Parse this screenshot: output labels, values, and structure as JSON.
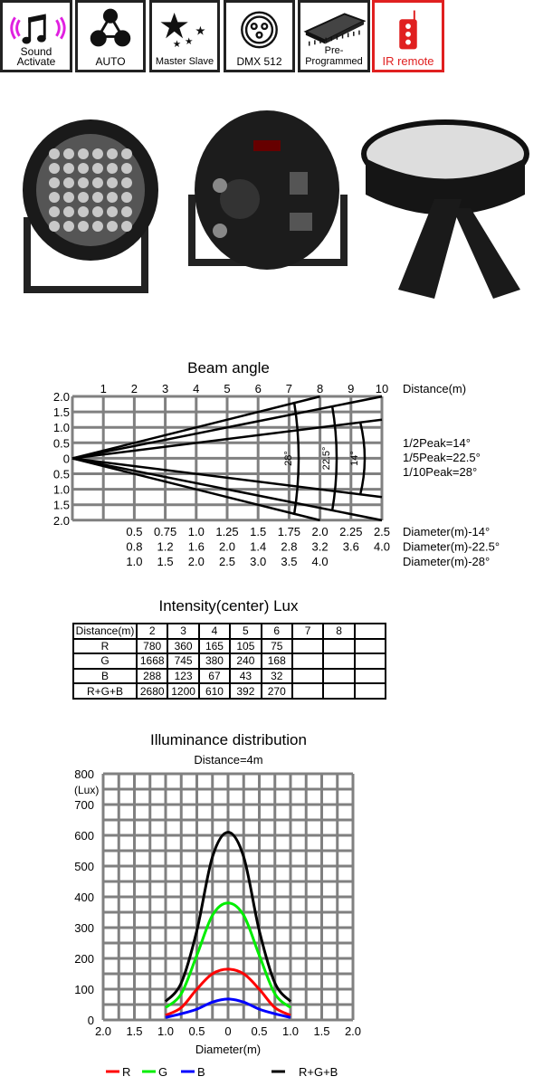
{
  "feature_icons": [
    {
      "name": "sound-activate",
      "label": "Sound\nActivate",
      "icon": "music-note-sound-waves-icon"
    },
    {
      "name": "auto",
      "label": "AUTO",
      "icon": "auto-nodes-icon"
    },
    {
      "name": "master-slave",
      "label": "Master Slave",
      "icon": "stars-icon"
    },
    {
      "name": "dmx-512",
      "label": "DMX   512",
      "icon": "xlr-connector-icon"
    },
    {
      "name": "pre-programmed",
      "label": "Pre-Programmed",
      "icon": "chip-icon"
    },
    {
      "name": "ir-remote",
      "label": "IR remote",
      "icon": "remote-control-icon"
    }
  ],
  "colors": {
    "red": "#ff0000",
    "green": "#00ee00",
    "blue": "#0000ff",
    "black": "#000000",
    "grid": "#808080",
    "ir_red": "#e02020",
    "sound_magenta": "#e020e0"
  },
  "chart_data": [
    {
      "type": "line",
      "title": "Beam angle",
      "xlabel": "Distance(m)",
      "x_ticks": [
        1,
        2,
        3,
        4,
        5,
        6,
        7,
        8,
        9,
        10
      ],
      "y_ticks": [
        "2.0",
        "1.5",
        "1.0",
        "0.5",
        "0",
        "0.5",
        "1.0",
        "1.5",
        "2.0"
      ],
      "xlim": [
        0,
        10
      ],
      "ylim": [
        -2,
        2
      ],
      "beams": [
        {
          "label": "1/2Peak=14°",
          "angle_label": "14°",
          "end": [
            10,
            1.25
          ]
        },
        {
          "label": "1/5Peak=22.5°",
          "angle_label": "22.5°",
          "end": [
            10,
            2.0
          ]
        },
        {
          "label": "1/10Peak=28°",
          "angle_label": "28°",
          "end": [
            8,
            2.0
          ]
        }
      ],
      "diameter_rows": [
        {
          "label": "Diameter(m)-14°",
          "values": [
            "0.5",
            "0.75",
            "1.0",
            "1.25",
            "1.5",
            "1.75",
            "2.0",
            "2.25",
            "2.5"
          ]
        },
        {
          "label": "Diameter(m)-22.5°",
          "values": [
            "0.8",
            "1.2",
            "1.6",
            "2.0",
            "1.4",
            "2.8",
            "3.2",
            "3.6",
            "4.0"
          ]
        },
        {
          "label": "Diameter(m)-28°",
          "values": [
            "1.0",
            "1.5",
            "2.0",
            "2.5",
            "3.0",
            "3.5",
            "4.0"
          ]
        }
      ]
    },
    {
      "type": "table",
      "title": "Intensity(center) Lux",
      "header": [
        "Distance(m)",
        "2",
        "3",
        "4",
        "5",
        "6",
        "7",
        "8",
        ""
      ],
      "rows": [
        [
          "R",
          "780",
          "360",
          "165",
          "105",
          "75",
          "",
          "",
          ""
        ],
        [
          "G",
          "1668",
          "745",
          "380",
          "240",
          "168",
          "",
          "",
          ""
        ],
        [
          "B",
          "288",
          "123",
          "67",
          "43",
          "32",
          "",
          "",
          ""
        ],
        [
          "R+G+B",
          "2680",
          "1200",
          "610",
          "392",
          "270",
          "",
          "",
          ""
        ]
      ]
    },
    {
      "type": "line",
      "title": "Illuminance distribution",
      "subtitle": "Distance=4m",
      "xlabel": "Diameter(m)",
      "ylabel": "(Lux)",
      "x_ticks": [
        "2.0",
        "1.5",
        "1.0",
        "0.5",
        "0",
        "0.5",
        "1.0",
        "1.5",
        "2.0"
      ],
      "y_ticks": [
        "0",
        "100",
        "200",
        "300",
        "400",
        "500",
        "600",
        "700",
        "800"
      ],
      "xlim": [
        -2,
        2
      ],
      "ylim": [
        0,
        800
      ],
      "x": [
        -1,
        -0.75,
        -0.5,
        -0.25,
        0,
        0.25,
        0.5,
        0.75,
        1
      ],
      "series": [
        {
          "name": "R",
          "color": "#ff0000",
          "values": [
            15,
            40,
            100,
            150,
            165,
            150,
            100,
            40,
            15
          ]
        },
        {
          "name": "G",
          "color": "#00ee00",
          "values": [
            40,
            85,
            210,
            340,
            380,
            340,
            210,
            85,
            40
          ]
        },
        {
          "name": "B",
          "color": "#0000ff",
          "values": [
            8,
            20,
            35,
            58,
            68,
            58,
            35,
            20,
            8
          ]
        },
        {
          "name": "R+G+B",
          "color": "#000000",
          "values": [
            60,
            120,
            290,
            530,
            610,
            530,
            290,
            120,
            60
          ]
        }
      ],
      "legend": "bottom"
    }
  ]
}
